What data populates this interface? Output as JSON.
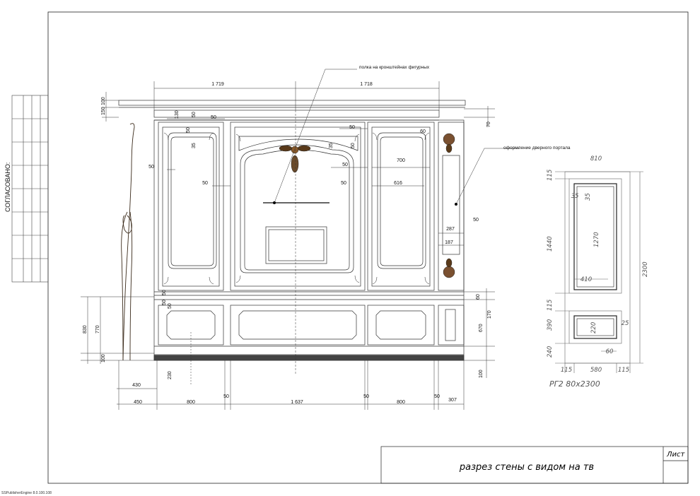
{
  "stamp": {
    "label": "СОГЛАСОВАНО:"
  },
  "annotations": {
    "shelf_label": "полка на кронштейнах фигурных",
    "portal_label": "оформление дверного портала"
  },
  "top_dims": {
    "left": "1 719",
    "right": "1 718"
  },
  "bottom_dims": {
    "row1": {
      "a": "430",
      "b": "230"
    },
    "row2": [
      "450",
      "800",
      "50",
      "1 637",
      "50",
      "800",
      "50",
      "307"
    ]
  },
  "left_dims": {
    "h150": "150",
    "h100": "100",
    "h130": "130",
    "h830": "830",
    "h770": "770",
    "h100b": "100",
    "h50": "50",
    "h50b": "50",
    "h230": "230"
  },
  "right_dims": {
    "h70": "70",
    "h60": "60",
    "h170": "170",
    "h670": "670",
    "h100": "100"
  },
  "inner_dims": {
    "d50a": "50",
    "d50b": "50",
    "d50c": "50",
    "d50d": "50",
    "d50e": "50",
    "d50f": "50",
    "d50g": "50",
    "d50h": "50",
    "d50i": "50",
    "d50j": "50",
    "d35a": "35",
    "d35b": "35",
    "d60": "60",
    "d700": "700",
    "d616": "616",
    "d287": "287",
    "d187": "187",
    "d50k": "50"
  },
  "door": {
    "w810": "810",
    "h115a": "115",
    "h1440": "1440",
    "h1270": "1270",
    "h115b": "115",
    "h390": "390",
    "h220": "220",
    "h240": "240",
    "w410": "410",
    "w35": "35",
    "w35b": "35",
    "w25": "25",
    "w60": "60",
    "w115a": "115",
    "w580": "580",
    "w115b": "115",
    "h2300": "2300",
    "caption": "РГ2 80х2300"
  },
  "title_block": {
    "sheet_label": "Лист",
    "title": "разрез стены с видом на тв"
  },
  "footer": {
    "text": "SSPublisherEngine 8.0.100.108"
  }
}
